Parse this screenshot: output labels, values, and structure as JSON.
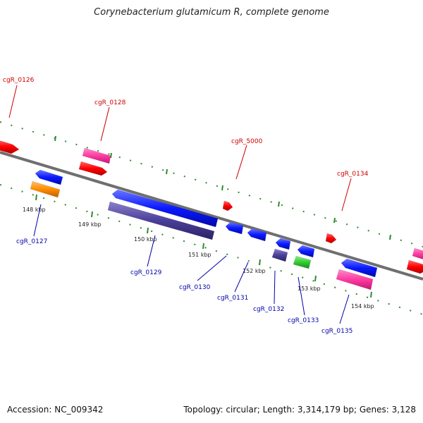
{
  "title": "Corynebacterium glutamicum R, complete genome",
  "footer": {
    "accession": "Accession: NC_009342",
    "topology": "Topology: circular; Length: 3,314,179 bp; Genes: 3,128"
  },
  "colors": {
    "backbone": "#808080",
    "tick": "#2e8b2e",
    "forward_label": "#cc0000",
    "reverse_label": "#0000aa",
    "red": "#ff0000",
    "pink": "#ff3aa0",
    "blue": "#0a1aff",
    "purple": "#4a3f99",
    "orange": "#ff8c00",
    "green": "#33cc33"
  },
  "kbp_labels": [
    "148 kbp",
    "149 kbp",
    "150 kbp",
    "151 kbp",
    "152 kbp",
    "153 kbp",
    "154 kbp"
  ],
  "forward_labels": [
    "cgR_0126",
    "cgR_0128",
    "cgR_5000",
    "cgR_0134"
  ],
  "reverse_labels": [
    "cgR_0127",
    "cgR_0129",
    "cgR_0130",
    "cgR_0131",
    "cgR_0132",
    "cgR_0133",
    "cgR_0135"
  ]
}
